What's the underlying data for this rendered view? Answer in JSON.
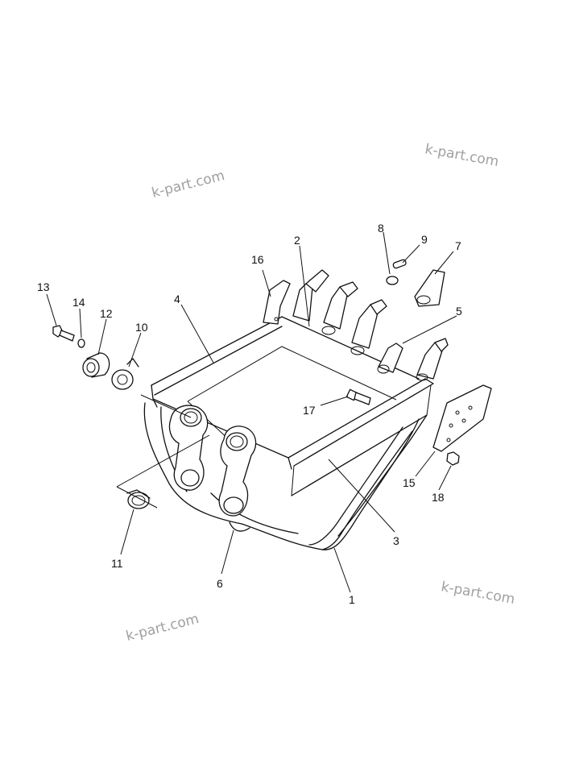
{
  "watermarks": [
    "k-part.com",
    "k-part.com",
    "k-part.com",
    "k-part.com"
  ],
  "callouts": [
    "1",
    "2",
    "3",
    "4",
    "5",
    "6",
    "7",
    "8",
    "9",
    "10",
    "11",
    "12",
    "13",
    "14",
    "15",
    "16",
    "17",
    "18"
  ]
}
